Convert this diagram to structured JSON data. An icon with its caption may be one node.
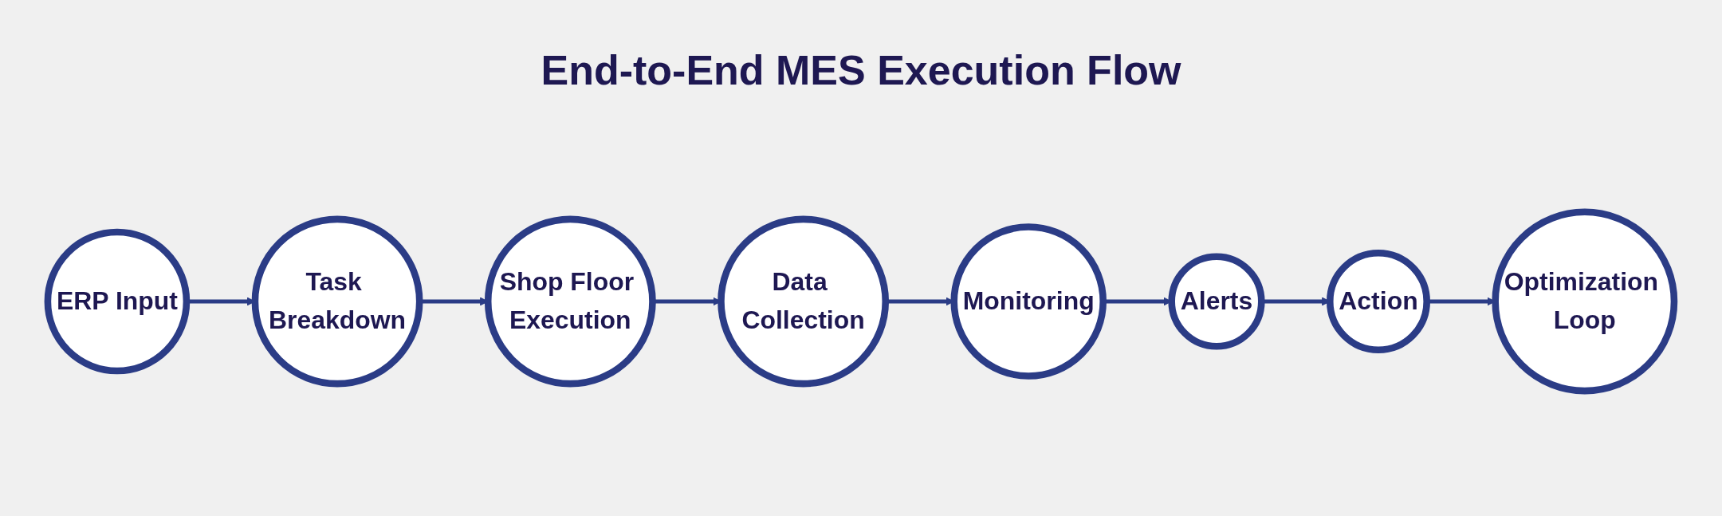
{
  "diagram": {
    "title": "End-to-End MES Execution Flow",
    "nodes": [
      {
        "text": [
          "ERP Input"
        ]
      },
      {
        "text": [
          "Task Breakdown"
        ]
      },
      {
        "text": [
          "Shop Floor Execution"
        ]
      },
      {
        "text": [
          "Data Collection"
        ]
      },
      {
        "text": [
          "Monitoring"
        ]
      },
      {
        "text": [
          "Alerts"
        ]
      },
      {
        "text": [
          "Action"
        ]
      },
      {
        "text": [
          "Optimization Loop"
        ]
      }
    ],
    "edges": [
      {
        "from": 0,
        "to": 1,
        "arrow": "to"
      },
      {
        "from": 1,
        "to": 2,
        "arrow": "to"
      },
      {
        "from": 2,
        "to": 3,
        "arrow": "to"
      },
      {
        "from": 3,
        "to": 4,
        "arrow": "to"
      },
      {
        "from": 4,
        "to": 5,
        "arrow": "to"
      },
      {
        "from": 5,
        "to": 6,
        "arrow": "to"
      },
      {
        "from": 6,
        "to": 7,
        "arrow": "to"
      }
    ]
  }
}
